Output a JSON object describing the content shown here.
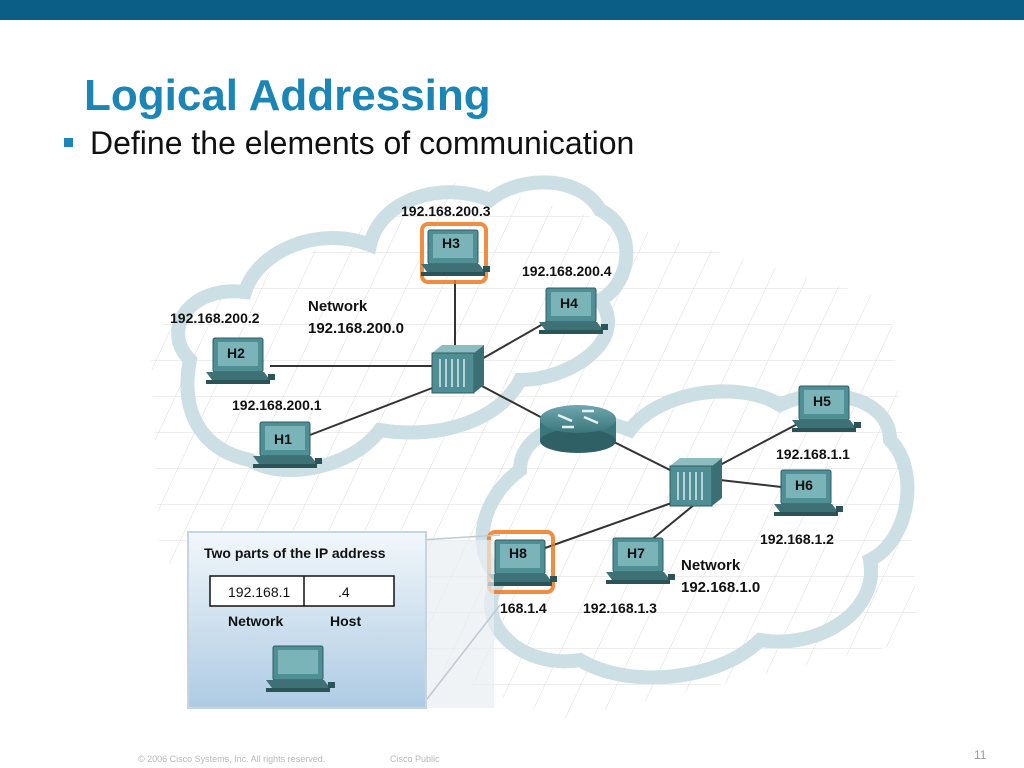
{
  "slide": {
    "title": "Logical Addressing",
    "bullet": "Define the elements of communication"
  },
  "diagram": {
    "networks": [
      {
        "label": "Network",
        "address": "192.168.200.0"
      },
      {
        "label": "Network",
        "address": "192.168.1.0"
      }
    ],
    "hosts": [
      {
        "name": "H1",
        "ip": "192.168.200.1",
        "highlight": false
      },
      {
        "name": "H2",
        "ip": "192.168.200.2",
        "highlight": false
      },
      {
        "name": "H3",
        "ip": "192.168.200.3",
        "highlight": true
      },
      {
        "name": "H4",
        "ip": "192.168.200.4",
        "highlight": false
      },
      {
        "name": "H5",
        "ip": "192.168.1.1",
        "highlight": false
      },
      {
        "name": "H6",
        "ip": "192.168.1.2",
        "highlight": false
      },
      {
        "name": "H7",
        "ip": "192.168.1.3",
        "highlight": false
      },
      {
        "name": "H8",
        "ip": "168.1.4",
        "highlight": true
      }
    ],
    "callout": {
      "title": "Two parts of the IP address",
      "network_part": "192.168.1",
      "host_part": ".4",
      "network_label": "Network",
      "host_label": "Host"
    }
  },
  "footer": {
    "copyright": "© 2006 Cisco Systems, Inc. All rights reserved.",
    "classification": "Cisco Public",
    "page": "11"
  },
  "colors": {
    "topbar": "#0b5f86",
    "title": "#1b86b6",
    "highlight": "#f07820",
    "device": "#4f8e95"
  }
}
